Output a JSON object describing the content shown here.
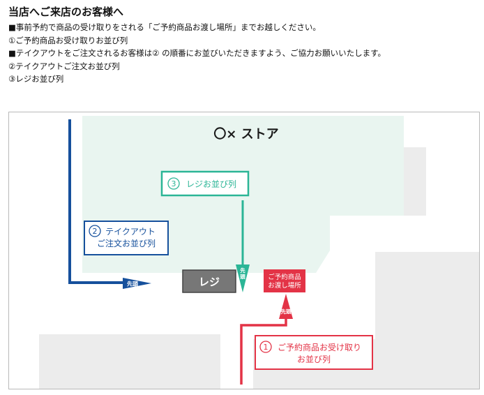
{
  "instructions": {
    "heading": "当店へご来店のお客様へ",
    "lines": [
      "■事前予約で商品の受け取りをされる「ご予約商品お渡し場所」までお越しください。",
      "①ご予約商品お受け取りお並び列",
      "■テイクアウトをご注文されるお客様は② の順番にお並びいただきますよう、ご協力お願いいたします。",
      "②テイクアウトご注文お並び列",
      "③レジお並び列"
    ]
  },
  "map": {
    "store_name": "〇× ストア",
    "register_label": "レジ",
    "pickup_location": [
      "ご予約商品",
      "お渡し場所"
    ],
    "head_marker": "先頭",
    "head_marker_vertical": [
      "先",
      "頭"
    ],
    "queues": {
      "takeout": {
        "number": "2",
        "lines": [
          "テイクアウト",
          "ご注文お並び列"
        ]
      },
      "register": {
        "number": "3",
        "text": "レジお並び列"
      },
      "pickup": {
        "number": "1",
        "lines": [
          "ご予約商品お受け取り",
          "お並び列"
        ]
      }
    },
    "colors": {
      "store_floor": "#e9f5f0",
      "neighbor_blocks": "#ececec",
      "takeout_blue": "#16509c",
      "register_green": "#2bb596",
      "pickup_red": "#e33346",
      "register_box": "#777777"
    }
  }
}
